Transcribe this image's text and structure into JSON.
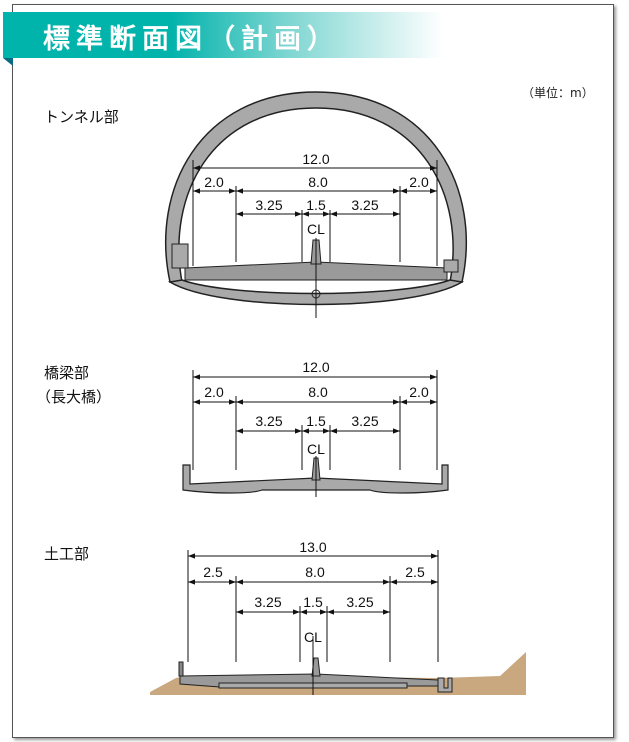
{
  "title": "標準断面図（計画）",
  "unit": "（単位：m）",
  "sections": {
    "tunnel": {
      "label": "トンネル部",
      "total": "12.0",
      "row2": [
        "2.0",
        "8.0",
        "2.0"
      ],
      "row3": [
        "3.25",
        "1.5",
        "3.25"
      ],
      "cl": "CL"
    },
    "bridge": {
      "label": "橋梁部",
      "sublabel": "（長大橋）",
      "total": "12.0",
      "row2": [
        "2.0",
        "8.0",
        "2.0"
      ],
      "row3": [
        "3.25",
        "1.5",
        "3.25"
      ],
      "cl": "CL"
    },
    "earthwork": {
      "label": "土工部",
      "total": "13.0",
      "row2": [
        "2.5",
        "8.0",
        "2.5"
      ],
      "row3": [
        "3.25",
        "1.5",
        "3.25"
      ],
      "cl": "CL"
    }
  }
}
